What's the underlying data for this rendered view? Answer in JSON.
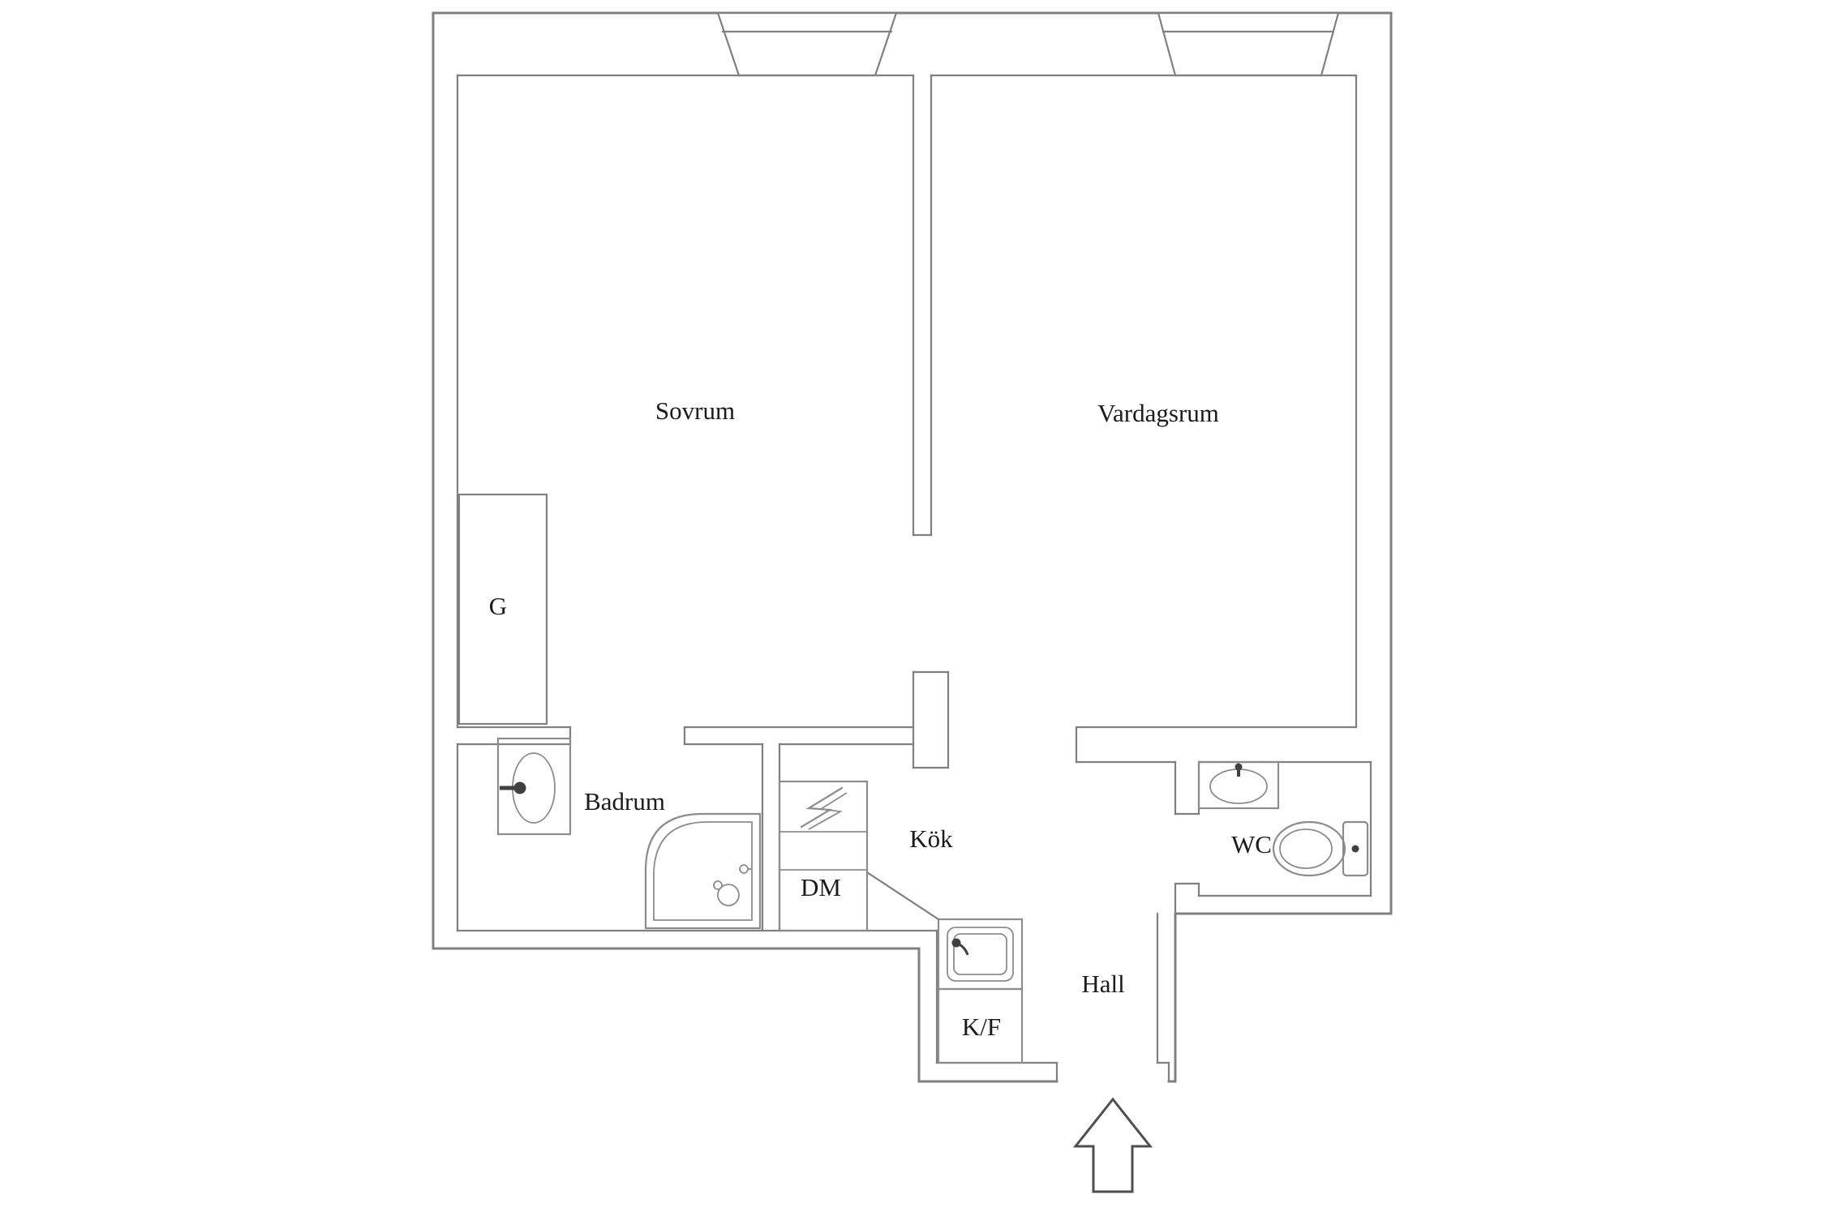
{
  "document": {
    "type": "floor-plan",
    "language": "sv"
  },
  "colors": {
    "background": "#ffffff",
    "wall": "#808080",
    "fixture": "#8c8c8c",
    "dark": "#404040",
    "label": "#1b1b1b",
    "arrow": "#4f4f4f"
  },
  "rooms": [
    {
      "id": "sovrum",
      "label": "Sovrum"
    },
    {
      "id": "vardagsrum",
      "label": "Vardagsrum"
    },
    {
      "id": "garderob",
      "label": "G"
    },
    {
      "id": "badrum",
      "label": "Badrum"
    },
    {
      "id": "kok",
      "label": "Kök"
    },
    {
      "id": "diskmaskin",
      "label": "DM"
    },
    {
      "id": "kyl-frys",
      "label": "K/F"
    },
    {
      "id": "hall",
      "label": "Hall"
    },
    {
      "id": "wc",
      "label": "WC"
    }
  ],
  "fixtures": [
    "bathroom-sink-icon",
    "shower-icon",
    "electric-stove-icon",
    "kitchen-sink-icon",
    "wc-sink-icon",
    "toilet-icon",
    "chimney-shaft-icon",
    "entrance-arrow-icon"
  ],
  "entrance": {
    "direction": "up"
  }
}
